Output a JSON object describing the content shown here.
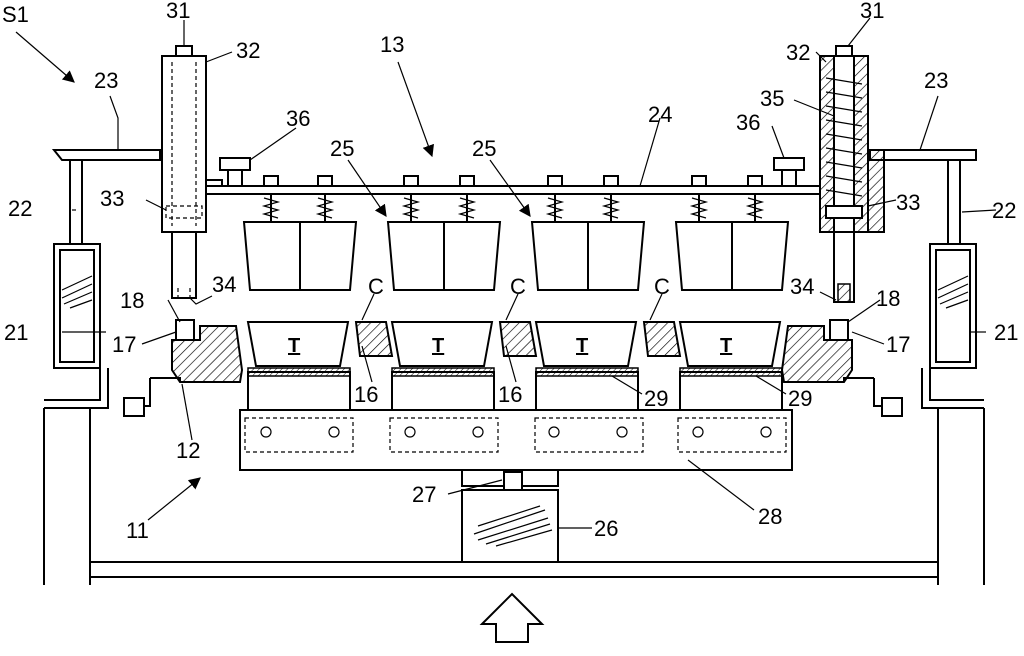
{
  "figure": {
    "labels": {
      "s1": "S1",
      "n11": "11",
      "n12": "12",
      "n13": "13",
      "n16": "16",
      "n17": "17",
      "n18": "18",
      "n21": "21",
      "n22": "22",
      "n23": "23",
      "n24": "24",
      "n25": "25",
      "n26": "26",
      "n27": "27",
      "n28": "28",
      "n29": "29",
      "n31": "31",
      "n32": "32",
      "n33": "33",
      "n34": "34",
      "n35": "35",
      "n36": "36",
      "c": "C",
      "t": "T"
    }
  }
}
